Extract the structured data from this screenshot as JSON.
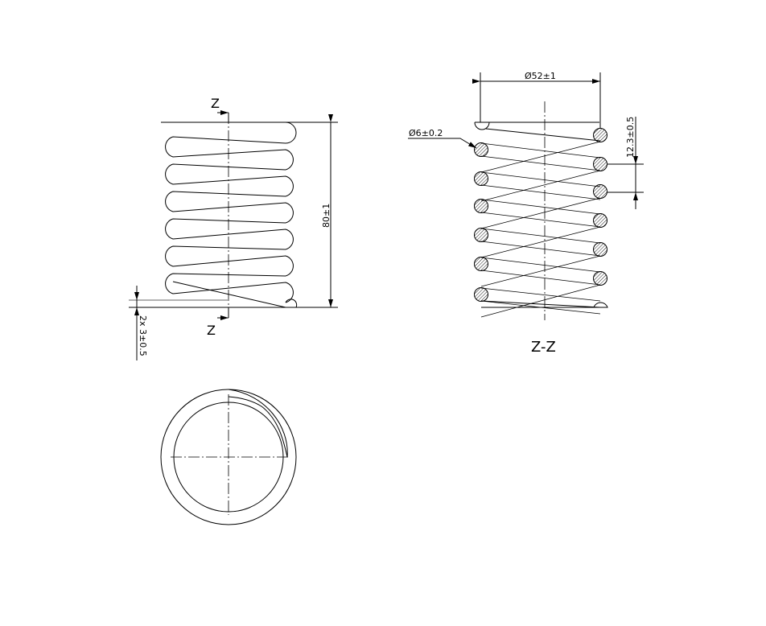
{
  "drawing": {
    "front_view": {
      "section_mark_top": "Z",
      "section_mark_bottom": "Z",
      "free_length_dim": "80±1",
      "end_gap_dim": "2x 3±0.5"
    },
    "section_view": {
      "title": "Z-Z",
      "outer_diameter_dim": "Ø52±1",
      "wire_diameter_dim": "Ø6±0.2",
      "pitch_dim": "12.3±0.5"
    },
    "colors": {
      "line": "#000000",
      "hatch": "#000000",
      "background": "#ffffff"
    }
  }
}
